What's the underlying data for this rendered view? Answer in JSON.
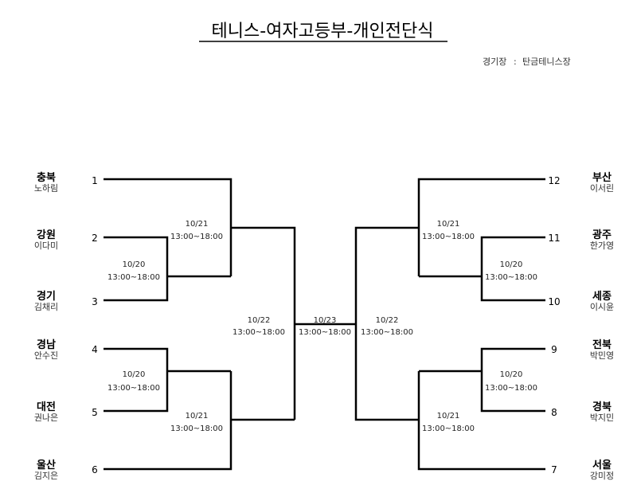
{
  "title": "테니스-여자고등부-개인전단식",
  "venue": {
    "label": "경기장",
    "separator": ":",
    "name": "탄금테니스장"
  },
  "left_entries": [
    {
      "seed": "1",
      "region": "충북",
      "player": "노하림"
    },
    {
      "seed": "2",
      "region": "강원",
      "player": "이다미"
    },
    {
      "seed": "3",
      "region": "경기",
      "player": "김채리"
    },
    {
      "seed": "4",
      "region": "경남",
      "player": "안수진"
    },
    {
      "seed": "5",
      "region": "대전",
      "player": "권나은"
    },
    {
      "seed": "6",
      "region": "울산",
      "player": "김지은"
    }
  ],
  "right_entries": [
    {
      "seed": "12",
      "region": "부산",
      "player": "이서린"
    },
    {
      "seed": "11",
      "region": "광주",
      "player": "한가영"
    },
    {
      "seed": "10",
      "region": "세종",
      "player": "이시윤"
    },
    {
      "seed": "9",
      "region": "전북",
      "player": "박민영"
    },
    {
      "seed": "8",
      "region": "경북",
      "player": "박지민"
    },
    {
      "seed": "7",
      "region": "서울",
      "player": "강미정"
    }
  ],
  "matches": {
    "left_r1_top": {
      "date": "10/20",
      "time": "13:00~18:00"
    },
    "left_r1_bottom": {
      "date": "10/20",
      "time": "13:00~18:00"
    },
    "left_r2_top": {
      "date": "10/21",
      "time": "13:00~18:00"
    },
    "left_r2_bottom": {
      "date": "10/21",
      "time": "13:00~18:00"
    },
    "left_semi": {
      "date": "10/22",
      "time": "13:00~18:00"
    },
    "final": {
      "date": "10/23",
      "time": "13:00~18:00"
    },
    "right_semi": {
      "date": "10/22",
      "time": "13:00~18:00"
    },
    "right_r2_top": {
      "date": "10/21",
      "time": "13:00~18:00"
    },
    "right_r2_bottom": {
      "date": "10/21",
      "time": "13:00~18:00"
    },
    "right_r1_top": {
      "date": "10/20",
      "time": "13:00~18:00"
    },
    "right_r1_bottom": {
      "date": "10/20",
      "time": "13:00~18:00"
    }
  }
}
